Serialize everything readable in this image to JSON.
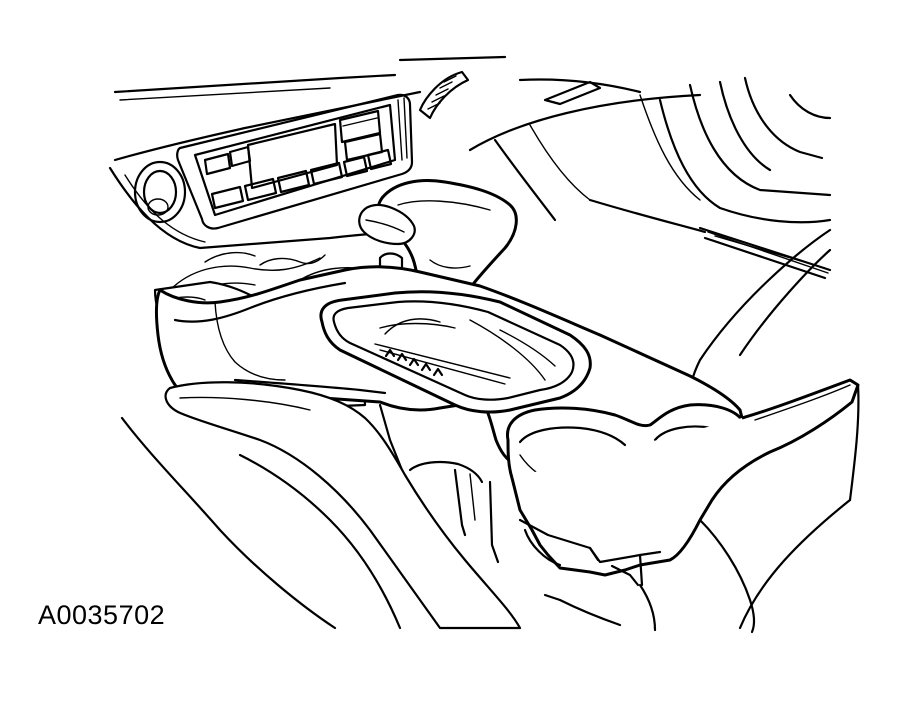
{
  "figure": {
    "id_label": "A0035702"
  },
  "colors": {
    "line": "#000000",
    "background": "#ffffff"
  },
  "parts": [
    "climate-control-panel",
    "gear-shift-lever",
    "center-console-trim-panel",
    "cup-holders",
    "driver-seat",
    "floor-mat"
  ]
}
